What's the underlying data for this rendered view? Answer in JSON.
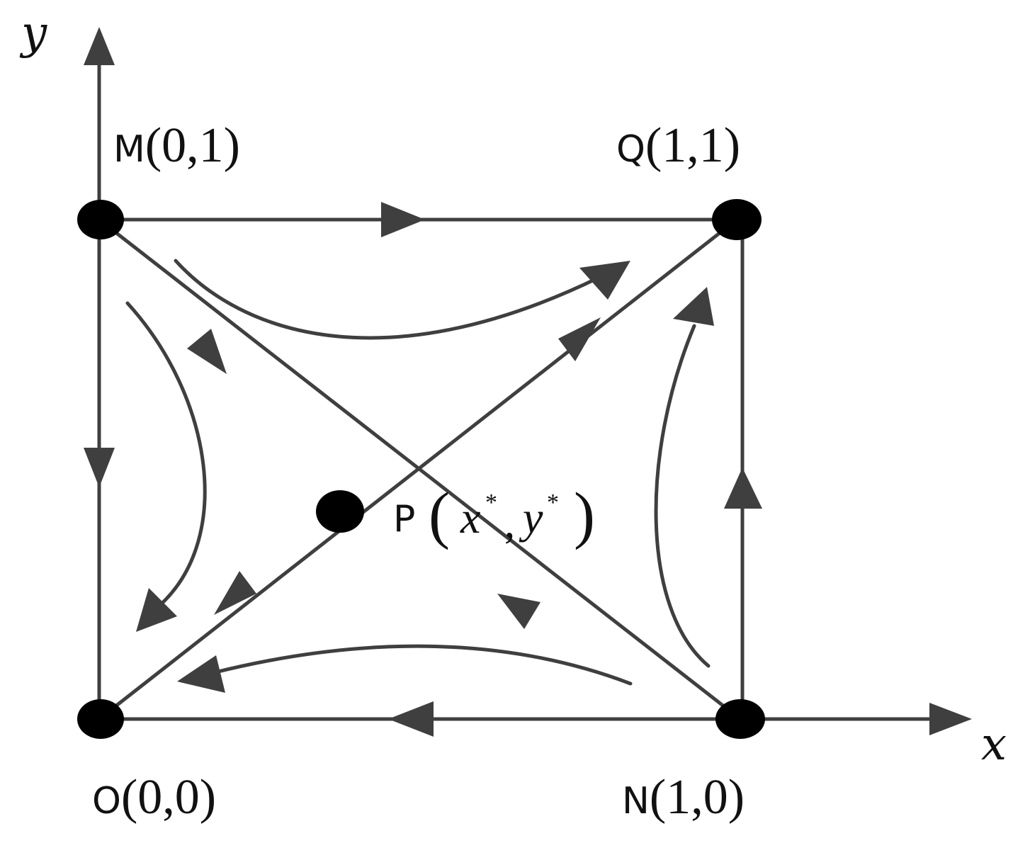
{
  "axes": {
    "x_label": "x",
    "y_label": "y"
  },
  "points": {
    "M": {
      "letter": "M",
      "coords": "(0,1)"
    },
    "Q": {
      "letter": "Q",
      "coords": "(1,1)"
    },
    "O": {
      "letter": "O",
      "coords": "(0,0)"
    },
    "N": {
      "letter": "N",
      "coords": "(1,0)"
    },
    "P": {
      "letter": "P",
      "open": "(",
      "x": "x",
      "star1": "*",
      "comma": ",",
      "y": "y",
      "star2": "*",
      "close": ")"
    }
  },
  "colors": {
    "line": "#3f3f3f",
    "node": "#000000",
    "text": "#111111"
  }
}
